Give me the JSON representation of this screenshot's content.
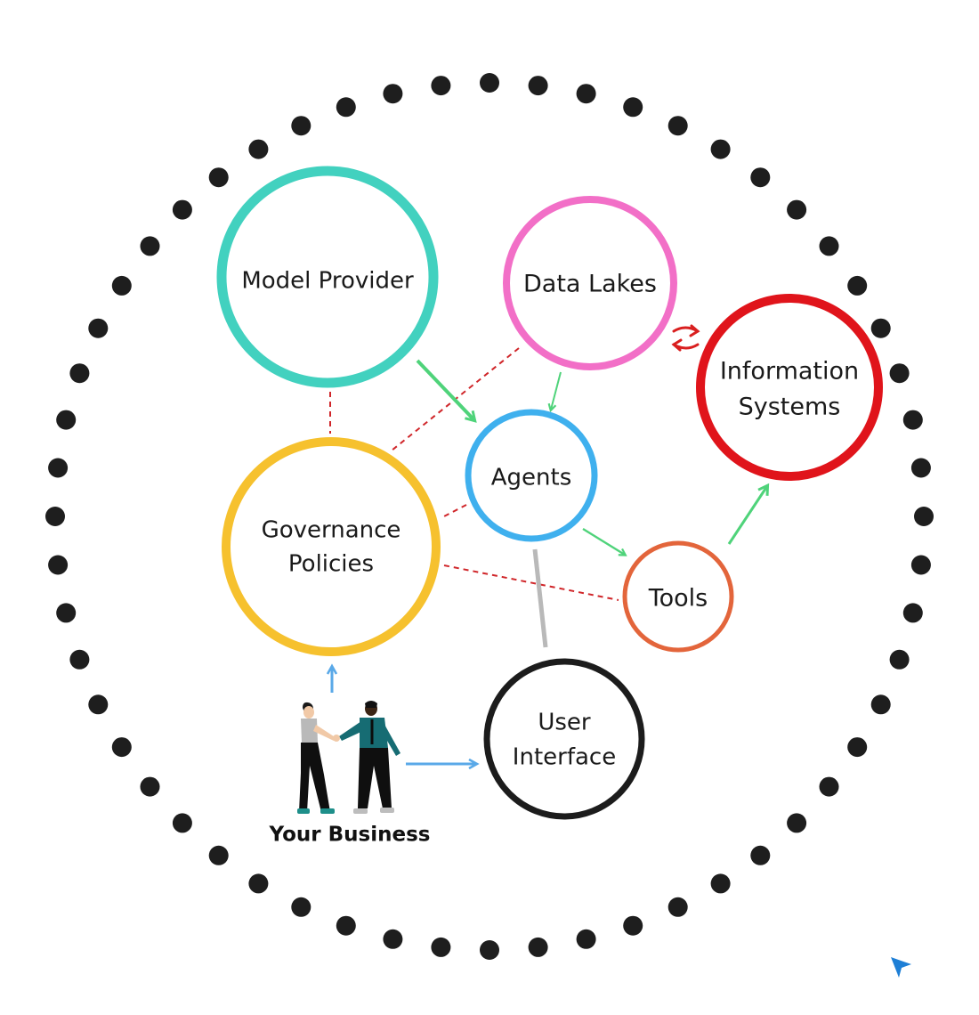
{
  "nodes": {
    "model_provider": {
      "label_lines": [
        "Model Provider"
      ],
      "color": "#42d1bf"
    },
    "data_lakes": {
      "label_lines": [
        "Data Lakes"
      ],
      "color": "#f26fc7"
    },
    "information_systems": {
      "label_lines": [
        "Information",
        "Systems"
      ],
      "color": "#e0141b"
    },
    "agents": {
      "label_lines": [
        "Agents"
      ],
      "color": "#3fb0ee"
    },
    "governance_policies": {
      "label_lines": [
        "Governance",
        "Policies"
      ],
      "color": "#f6c12e"
    },
    "tools": {
      "label_lines": [
        "Tools"
      ],
      "color": "#e3653b"
    },
    "user_interface": {
      "label_lines": [
        "User",
        "Interface"
      ],
      "color": "#1c1c1c"
    }
  },
  "business": {
    "label": "Your Business"
  },
  "connector_colors": {
    "green_arrow": "#4fd37a",
    "red_dashed": "#d0262a",
    "blue_arrow": "#5aa9e8",
    "gray_line": "#b9b9b9",
    "red_swap": "#d91f1f"
  },
  "ring": {
    "dot_color": "#1e1e1e",
    "dot_count": 56
  },
  "cursor": {
    "icon": "cursor-arrow-icon",
    "color": "#1e7fd6"
  }
}
